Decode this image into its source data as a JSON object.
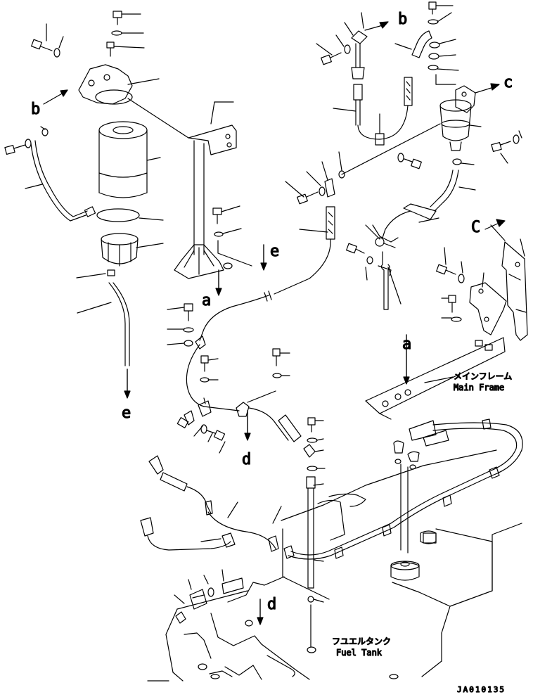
{
  "reference_letters": {
    "b_top": "b",
    "b_left": "b",
    "c_top": "c",
    "c_right": "C",
    "e_mid": "e",
    "e_bottom": "e",
    "a_mid": "a",
    "a_frame": "a",
    "d_mid": "d",
    "d_bottom": "d"
  },
  "labels": {
    "main_frame_jp": "メインフレーム",
    "main_frame_en": "Main Frame",
    "fuel_tank_jp": "フユエルタンク",
    "fuel_tank_en": "Fuel Tank"
  },
  "drawing_code": "JA010135"
}
